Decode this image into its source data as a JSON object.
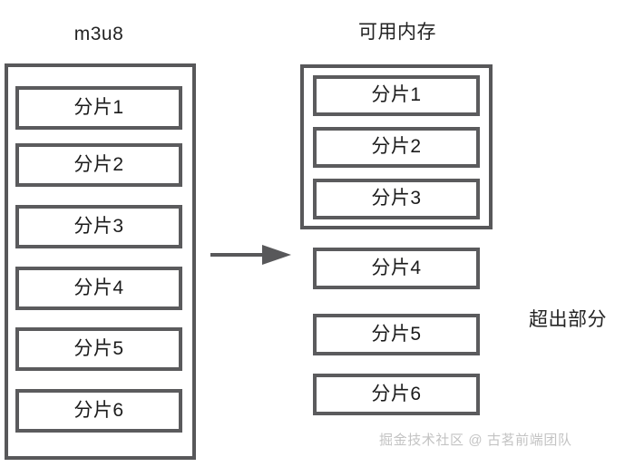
{
  "diagram": {
    "left_column": {
      "title": "m3u8",
      "chunks": [
        {
          "label": "分片1"
        },
        {
          "label": "分片2"
        },
        {
          "label": "分片3"
        },
        {
          "label": "分片4"
        },
        {
          "label": "分片5"
        },
        {
          "label": "分片6"
        }
      ]
    },
    "arrow": {
      "icon": "right-arrow-icon",
      "direction": "right"
    },
    "right_column": {
      "title": "可用内存",
      "in_memory_chunks": [
        {
          "label": "分片1"
        },
        {
          "label": "分片2"
        },
        {
          "label": "分片3"
        }
      ],
      "overflow_label": "超出部分",
      "overflow_chunks": [
        {
          "label": "分片4"
        },
        {
          "label": "分片5"
        },
        {
          "label": "分片6"
        }
      ]
    },
    "watermark": "掘金技术社区 @ 古茗前端团队",
    "colors": {
      "border": "#58585a",
      "text": "#1b1b1b",
      "background": "#ffffff",
      "watermark": "#c3c3c3"
    }
  }
}
